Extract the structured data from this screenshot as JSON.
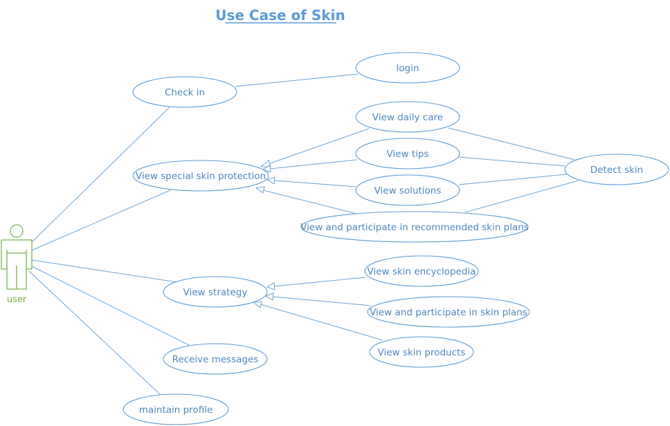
{
  "title": "Use Case of Skin",
  "actor": {
    "label": "user"
  },
  "use_cases": {
    "check_in": "Check in",
    "login": "login",
    "view_special_skin_protection": "View special skin protection",
    "view_daily_care": "View daily care",
    "view_tips": "View tips",
    "view_solutions": "View solutions",
    "view_participate_recommended_plans": "View and participate in recommended skin plans",
    "detect_skin": "Detect skin",
    "view_strategy": "View strategy",
    "view_skin_encyclopedia": "View skin encyclopedia",
    "view_participate_skin_plans": "View and participate in skin plans",
    "view_skin_products": "View skin products",
    "receive_messages": "Receive messages",
    "maintain_profile": "maintain profile"
  },
  "colors": {
    "line_blue": "#6aa3d6",
    "text_blue": "#4e86be",
    "title_blue": "#5b9bd5",
    "actor_green": "#70ad47"
  }
}
